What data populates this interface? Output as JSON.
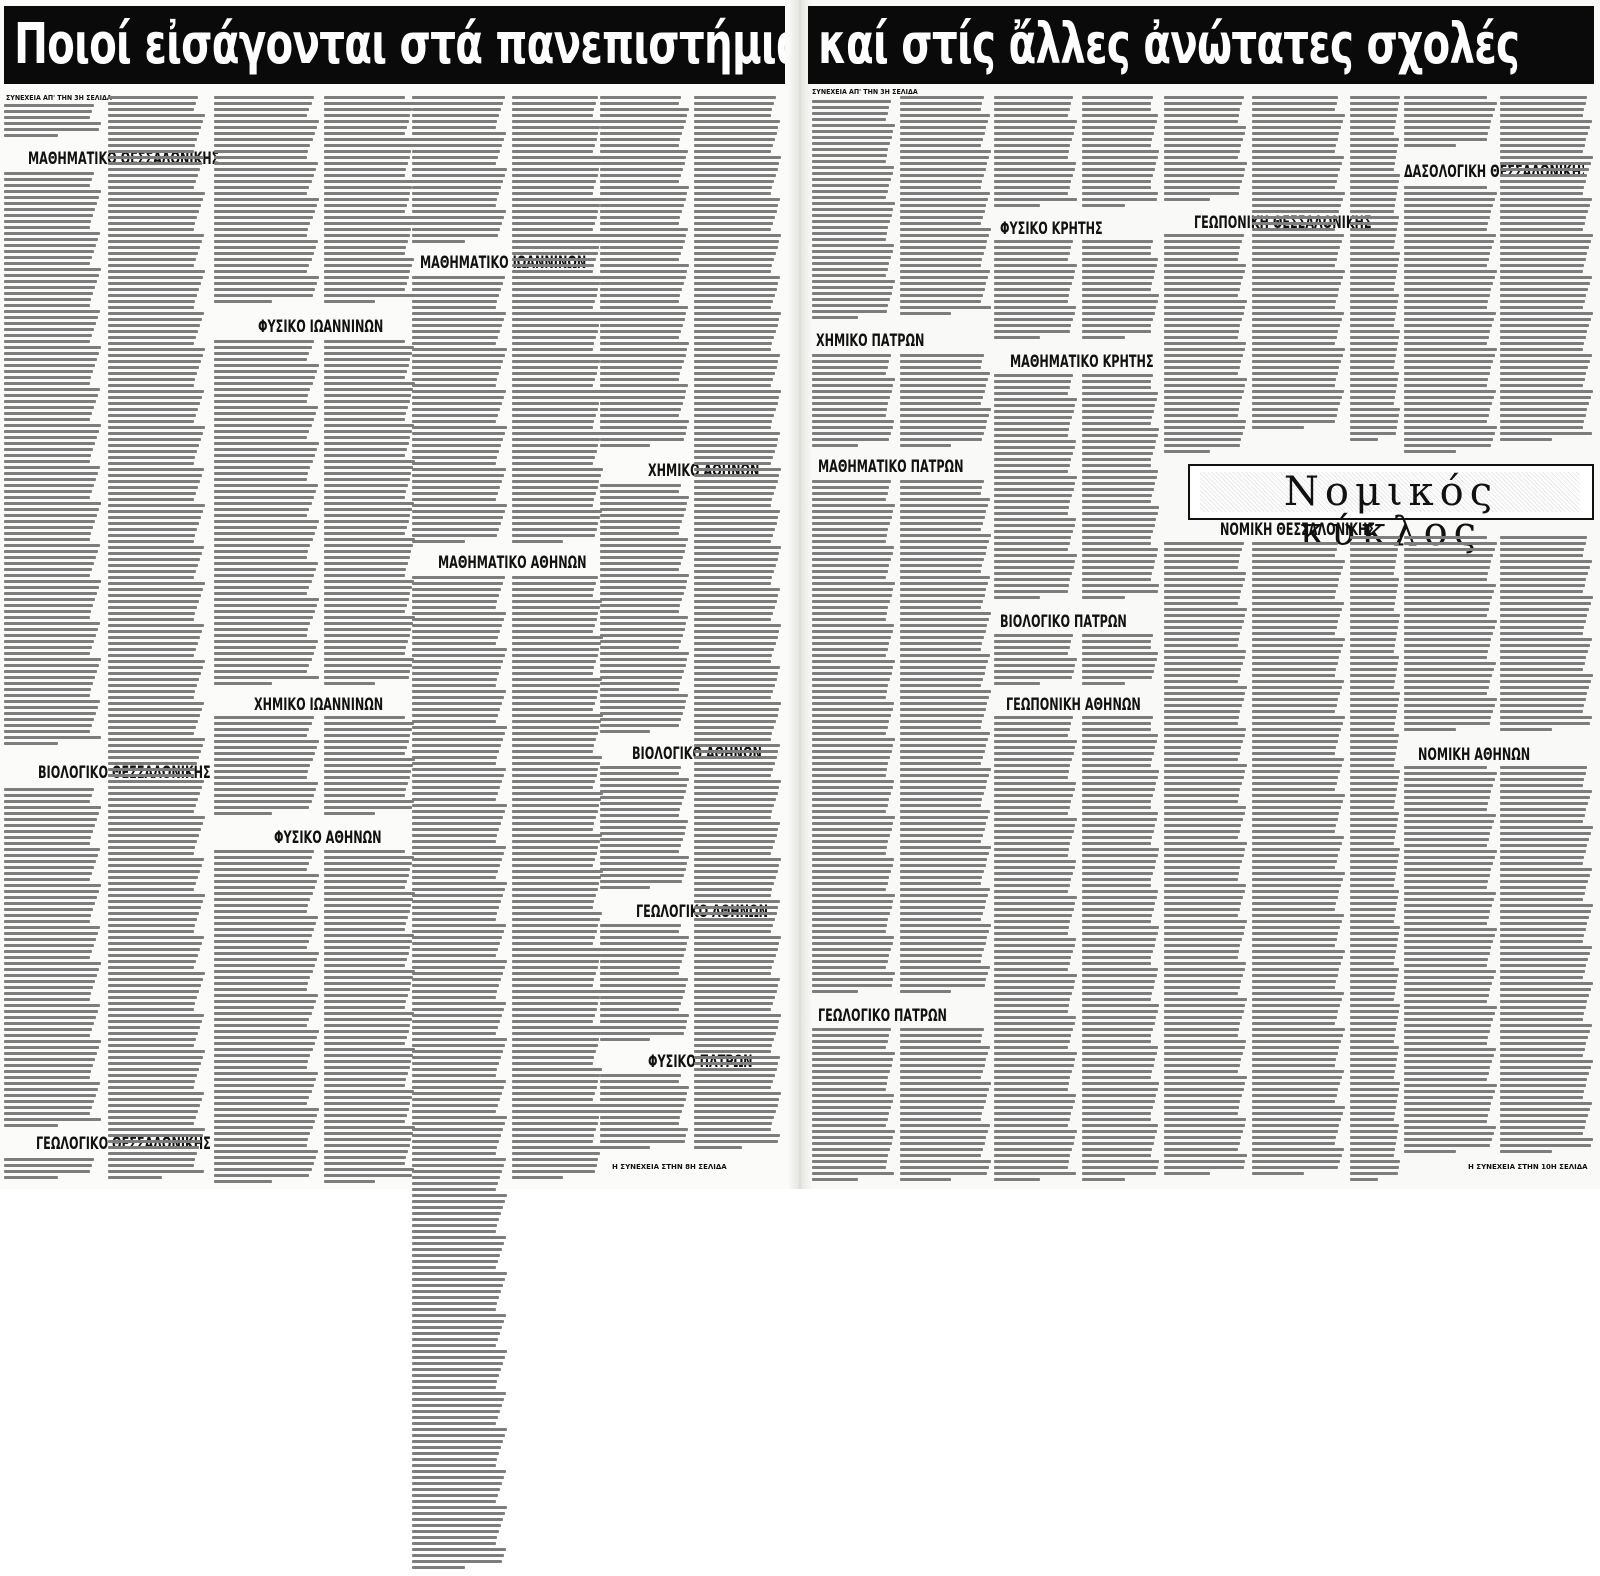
{
  "headline": {
    "left": "Ποιοί εἰσάγονται στά πανεπιστήμια",
    "right": "καί στίς ἄλλες ἀνώτατες σχολές"
  },
  "continuations": {
    "from_prev_left": "ΣΥΝΕΧΕΙΑ ΑΠ' ΤΗΝ 3Η ΣΕΛΙΔΑ",
    "from_prev_right": "ΣΥΝΕΧΕΙΑ ΑΠ' ΤΗΝ 3Η ΣΕΛΙΔΑ",
    "to_next_mid": "Η ΣΥΝΕΧΕΙΑ ΣΤΗΝ 8Η ΣΕΛΙΔΑ",
    "to_next_right": "Η ΣΥΝΕΧΕΙΑ ΣΤΗΝ 10Η ΣΕΛΙΔΑ"
  },
  "boxed_heading": "Νομικός κύκλος",
  "sections": {
    "math_thess": "ΜΑΘΗΜΑΤΙΚΟ ΘΕΣΣΑΛΟΝΙΚΗΣ",
    "bio_thess": "ΒΙΟΛΟΓΙΚΟ ΘΕΣΣΑΛΟΝΙΚΗΣ",
    "geo_thess": "ΓΕΩΛΟΓΙΚΟ ΘΕΣΣΑΛΟΝΙΚΗΣ",
    "phys_ioan": "ΦΥΣΙΚΟ ΙΩΑΝΝΙΝΩΝ",
    "chem_ioan": "ΧΗΜΙΚΟ ΙΩΑΝΝΙΝΩΝ",
    "phys_ath": "ΦΥΣΙΚΟ ΑΘΗΝΩΝ",
    "math_ioan": "ΜΑΘΗΜΑΤΙΚΟ ΙΩΑΝΝΙΝΩΝ",
    "math_ath": "ΜΑΘΗΜΑΤΙΚΟ ΑΘΗΝΩΝ",
    "chem_ath": "ΧΗΜΙΚΟ ΑΘΗΝΩΝ",
    "bio_ath": "ΒΙΟΛΟΓΙΚΟ ΑΘΗΝΩΝ",
    "geo_ath": "ΓΕΩΛΟΓΙΚΟ ΑΘΗΝΩΝ",
    "phys_patr": "ΦΥΣΙΚΟ ΠΑΤΡΩΝ",
    "chem_patr": "ΧΗΜΙΚΟ ΠΑΤΡΩΝ",
    "math_patr": "ΜΑΘΗΜΑΤΙΚΟ ΠΑΤΡΩΝ",
    "geo_patr": "ΓΕΩΛΟΓΙΚΟ ΠΑΤΡΩΝ",
    "phys_crete": "ΦΥΣΙΚΟ ΚΡΗΤΗΣ",
    "math_crete": "ΜΑΘΗΜΑΤΙΚΟ ΚΡΗΤΗΣ",
    "bio_patr": "ΒΙΟΛΟΓΙΚΟ ΠΑΤΡΩΝ",
    "agro_ath": "ΓΕΩΠΟΝΙΚΗ ΑΘΗΝΩΝ",
    "agro_thess": "ΓΕΩΠΟΝΙΚΗ ΘΕΣΣΑΛΟΝΙΚΗΣ",
    "forest_thess": "ΔΑΣΟΛΟΓΙΚΗ ΘΕΣΣΑΛΟΝΙΚΗΣ",
    "law_thess": "ΝΟΜΙΚΗ ΘΕΣΣΑΛΟΝΙΚΗΣ",
    "law_ath": "ΝΟΜΙΚΗ ΑΘΗΝΩΝ"
  }
}
